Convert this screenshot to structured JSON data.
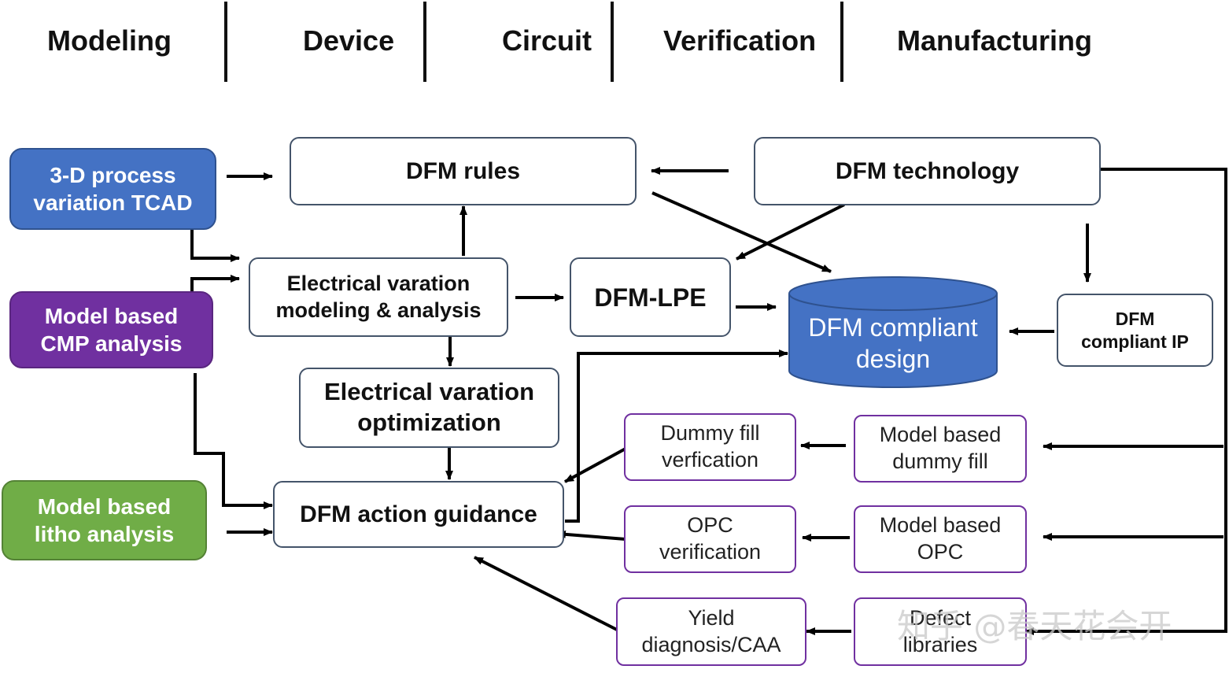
{
  "columns": {
    "modeling": "Modeling",
    "device": "Device",
    "circuit": "Circuit",
    "verification": "Verification",
    "manufacturing": "Manufacturing"
  },
  "boxes": {
    "tcad": "3-D process\nvariation TCAD",
    "cmp": "Model based\nCMP analysis",
    "litho": "Model based\nlitho analysis",
    "rules": "DFM rules",
    "technology": "DFM technology",
    "ev_modeling": "Electrical varation\nmodeling & analysis",
    "lpe": "DFM-LPE",
    "compliant_design": "DFM compliant\ndesign",
    "compliant_ip": "DFM\ncompliant IP",
    "ev_optimization": "Electrical varation\noptimization",
    "action_guidance": "DFM action guidance",
    "dummy_fill_verification": "Dummy fill\nverfication",
    "model_dummy_fill": "Model based\ndummy fill",
    "opc_verification": "OPC\nverification",
    "model_opc": "Model based\nOPC",
    "yield_diagnosis": "Yield\ndiagnosis/CAA",
    "defect_libraries": "Defect\nlibraries"
  },
  "watermark": "知乎 @春天花会开",
  "colors": {
    "blue_fill": "#4472c4",
    "purple_fill": "#7030a0",
    "green_fill": "#70ad47",
    "box_border": "#44546a",
    "purple_border": "#7030a0",
    "arrow": "#000000"
  }
}
